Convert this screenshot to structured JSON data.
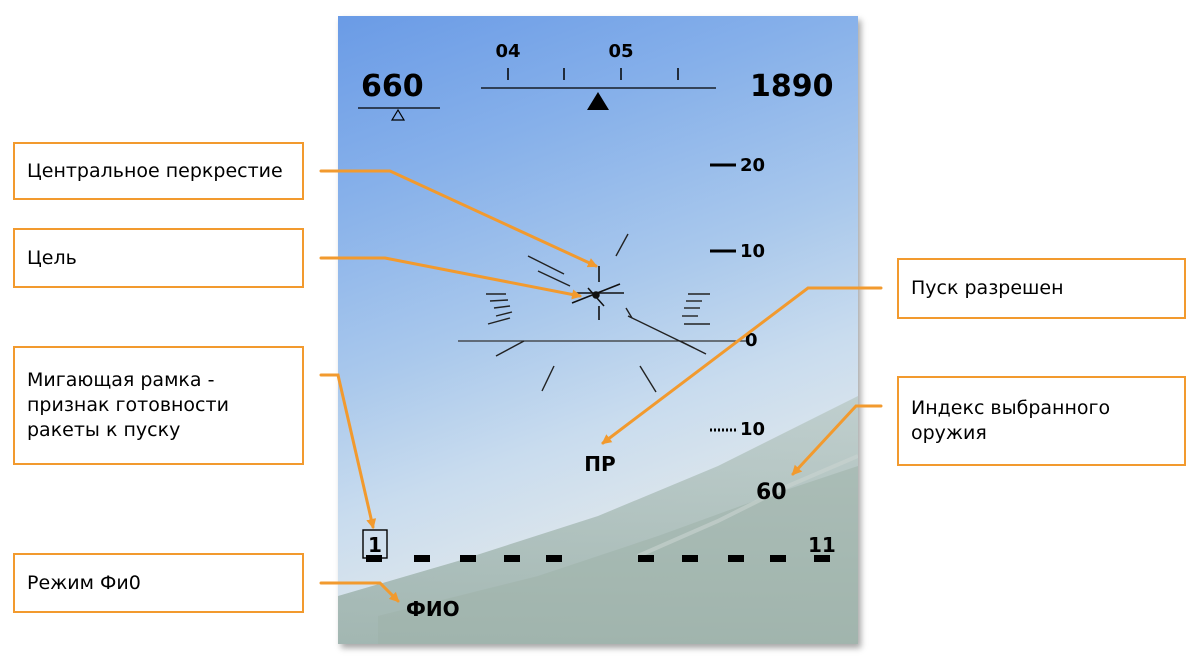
{
  "hud": {
    "speed": "660",
    "altitude": "1890",
    "heading_scale": [
      "04",
      "05"
    ],
    "pitch_scale": [
      "20",
      "10",
      "0",
      "10"
    ],
    "range_value": "60",
    "launch_allowed": "ПР",
    "weapon_index_box": "1",
    "missile_count": "11",
    "mode": "ФИО"
  },
  "callouts": [
    {
      "id": "center-cross",
      "text": "Центральное перкрестие"
    },
    {
      "id": "target",
      "text": "Цель"
    },
    {
      "id": "launch-allowed",
      "text": "Пуск разрешен"
    },
    {
      "id": "blinking-frame",
      "text": "Мигающая рамка -\nпризнак готовности\nракеты к пуску"
    },
    {
      "id": "weapon-index",
      "text": "Индекс выбранного\nоружия"
    },
    {
      "id": "fio-mode",
      "text": "Режим Фи0"
    }
  ],
  "colors": {
    "callout_border": "#f29a2e",
    "arrow": "#f29a2e",
    "hud_symbology": "#000000"
  }
}
